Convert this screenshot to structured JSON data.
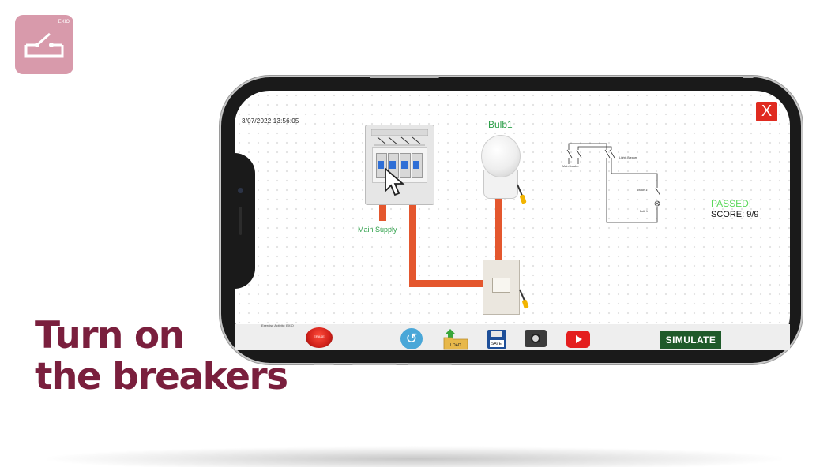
{
  "branding": {
    "logo_icon": "circuit-switch-icon",
    "logo_tag": "EXIO"
  },
  "headline": {
    "line1": "Turn on",
    "line2": "the breakers"
  },
  "screen": {
    "timestamp": "3/07/2022 13:56:05",
    "close_label": "X",
    "bulb_label": "Bulb1",
    "main_supply_label": "Main Supply",
    "result_status": "PASSED!",
    "score_text": "SCORE: 9/9",
    "diagram": {
      "main_breaker_label": "Main Breaker",
      "lights_breaker_label": "Lights Breaker",
      "switch_label": "Switch 1",
      "bulb_label": "Bulb 1"
    }
  },
  "toolbar": {
    "exercise_text": "Exercise Activity: EXIO",
    "stop_label": "ERASE",
    "load_label": "LOAD",
    "save_label": "SAVE",
    "simulate_label": "SIMULATE",
    "icons": [
      "emergency-stop-icon",
      "undo-icon",
      "load-folder-icon",
      "save-disk-icon",
      "camera-icon",
      "youtube-icon"
    ]
  },
  "colors": {
    "headline": "#7a1f3d",
    "logo_bg": "#d89aab",
    "wire": "#e4572e",
    "label_green": "#2ea04a",
    "passed": "#5cd85c",
    "close": "#e02b20",
    "simulate_bg": "#1f5a2a"
  }
}
